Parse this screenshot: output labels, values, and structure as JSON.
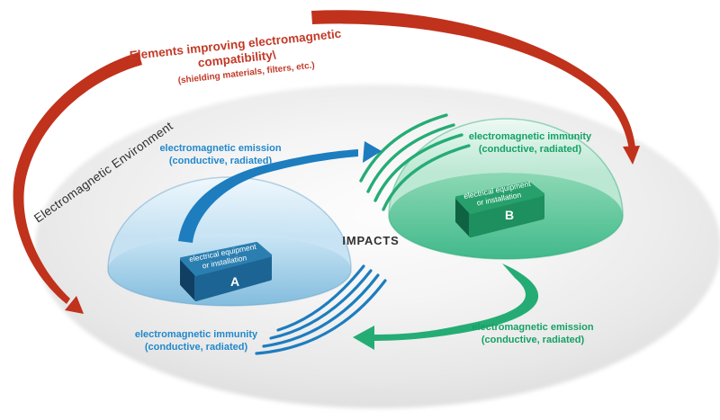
{
  "title": {
    "line1": "Elements improving electromagnetic",
    "line2": "compatibility\\",
    "subtitle": "(shielding materials, filters, etc.)"
  },
  "environment_label": "Electromagnetic Environment",
  "impacts_label": "IMPACTS",
  "devices": {
    "a": {
      "line1": "electrical equipment",
      "line2": "or installation",
      "letter": "A"
    },
    "b": {
      "line1": "electrical equipment",
      "line2": "or installation",
      "letter": "B"
    }
  },
  "labels": {
    "emission_a_to_b": {
      "line1": "electromagnetic emission",
      "line2": "(conductive, radiated)"
    },
    "immunity_b": {
      "line1": "electromagnetic immunity",
      "line2": "(conductive, radiated)"
    },
    "immunity_a": {
      "line1": "electromagnetic immunity",
      "line2": "(conductive, radiated)"
    },
    "emission_b_to_a": {
      "line1": "electromagnetic emission",
      "line2": "(conductive, radiated)"
    }
  },
  "colors": {
    "red": "#c0321c",
    "red_text": "#c23a28",
    "blue": "#1d7dbf",
    "blue_text": "#2288cb",
    "green": "#25ac75",
    "green_text": "#14a164",
    "dark_text": "#303030",
    "environment_text": "#2e2e2e"
  }
}
